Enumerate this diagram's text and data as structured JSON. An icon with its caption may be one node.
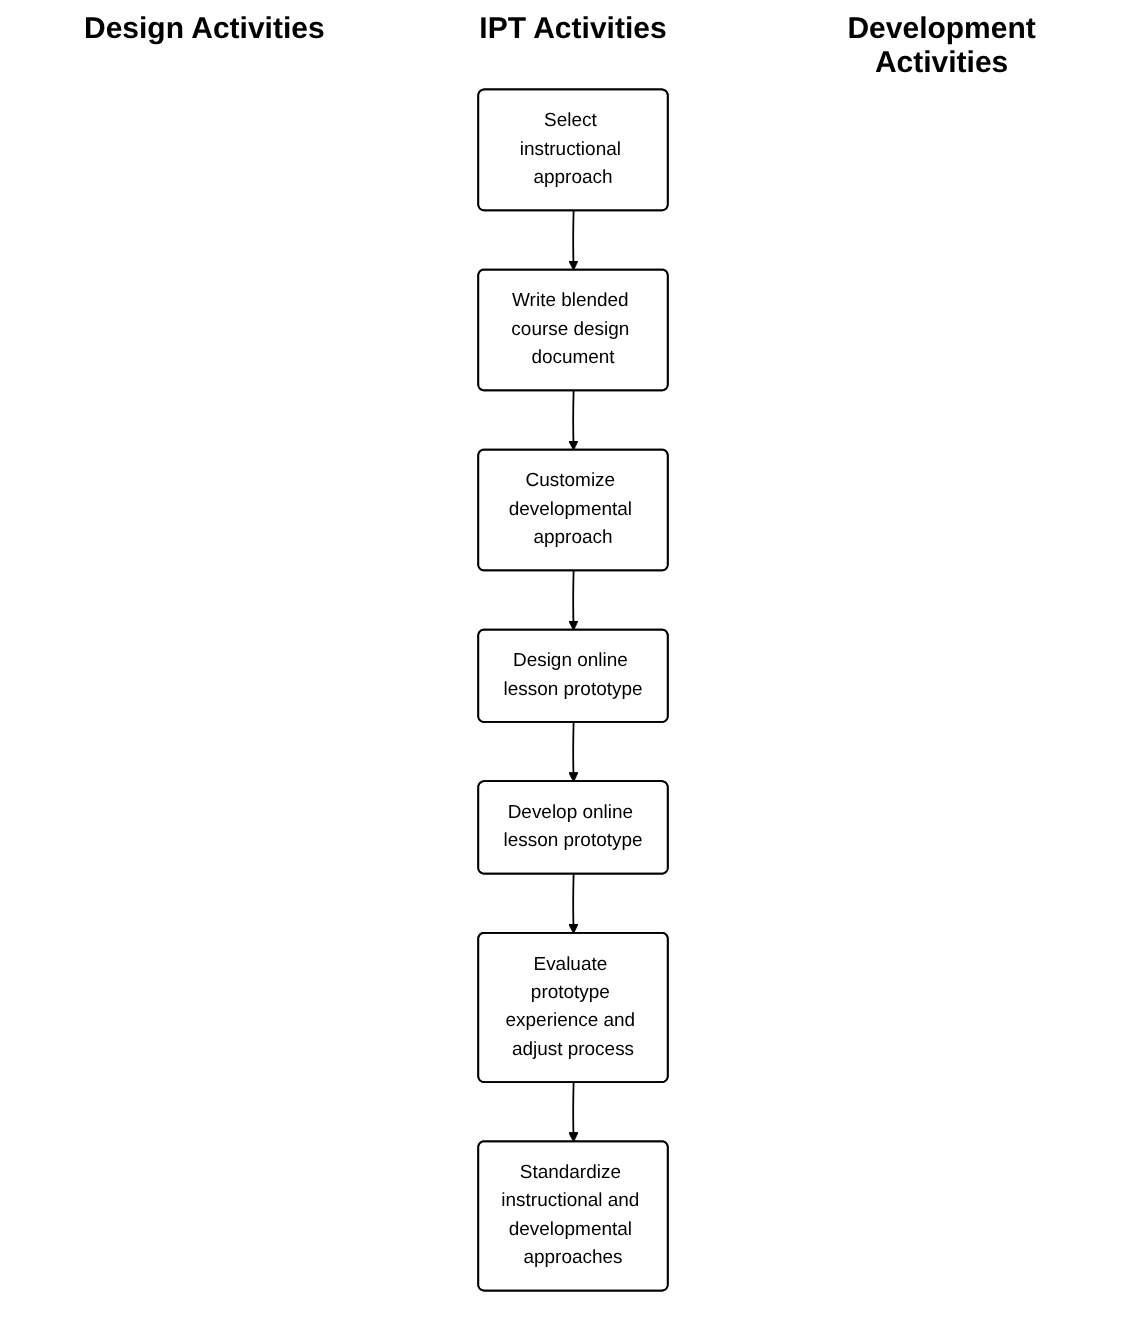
{
  "diagram": {
    "nodes": [
      {
        "text": [
          "Select instructional approach"
        ]
      },
      {
        "text": [
          "Write blended course design document"
        ]
      },
      {
        "text": [
          "Customize developmental approach"
        ]
      },
      {
        "text": [
          "Design online lesson prototype"
        ]
      },
      {
        "text": [
          "Develop online lesson prototype"
        ]
      },
      {
        "text": [
          "Evaluate prototype experience and adjust process"
        ]
      },
      {
        "text": [
          "Standardize instructional and developmental approaches"
        ]
      }
    ],
    "edges": [
      {
        "from": 0,
        "to": 1,
        "arrow": "to"
      },
      {
        "from": 1,
        "to": 2,
        "arrow": "to"
      },
      {
        "from": 2,
        "to": 3,
        "arrow": "to"
      },
      {
        "from": 3,
        "to": 4,
        "arrow": "to"
      },
      {
        "from": 4,
        "to": 5,
        "arrow": "to"
      },
      {
        "from": 5,
        "to": 6,
        "arrow": "to"
      }
    ],
    "labels": [
      "Design Activities",
      "IPT Activities",
      "Development Activities"
    ]
  }
}
